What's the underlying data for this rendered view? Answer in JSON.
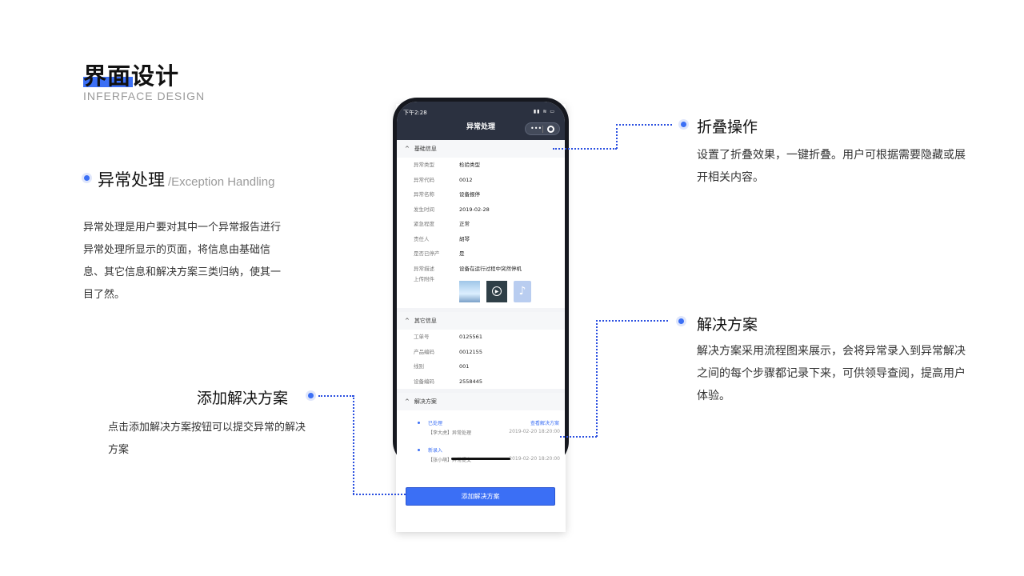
{
  "header": {
    "title": "界面设计",
    "subtitle": "INFERFACE DESIGN"
  },
  "exception": {
    "heading": "异常处理",
    "heading_en": "/Exception Handling",
    "description": "异常处理是用户要对其中一个异常报告进行异常处理所显示的页面，将信息由基础信息、其它信息和解决方案三类归纳，使其一目了然。"
  },
  "add_solution": {
    "heading": "添加解决方案",
    "description": "点击添加解决方案按钮可以提交异常的解决方案"
  },
  "fold": {
    "heading": "折叠操作",
    "description": "设置了折叠效果，一键折叠。用户可根据需要隐藏或展开相关内容。"
  },
  "solution": {
    "heading": "解决方案",
    "description": "解决方案采用流程图来展示，会将异常录入到异常解决之间的每个步骤都记录下来，可供领导查阅，提高用户体验。"
  },
  "phone": {
    "status_time": "下午2:28",
    "status_icons": "▮▮ ≋ ▭",
    "nav_title": "异常处理",
    "capsule_dots": "•••",
    "basic": {
      "title": "基础信息",
      "rows": [
        {
          "k": "异常类型",
          "v": "检验类型"
        },
        {
          "k": "异常代码",
          "v": "0012"
        },
        {
          "k": "异常名称",
          "v": "设备报停"
        },
        {
          "k": "发生时间",
          "v": "2019-02-28"
        },
        {
          "k": "紧急程度",
          "v": "正常"
        },
        {
          "k": "责任人",
          "v": "胡琴"
        },
        {
          "k": "是否已停产",
          "v": "是"
        },
        {
          "k": "异常描述",
          "v": "设备在运行过程中突然停机"
        }
      ],
      "attachments_label": "上传附件",
      "video_icon": "▶",
      "music_icon": "♪"
    },
    "other": {
      "title": "其它信息",
      "rows": [
        {
          "k": "工单号",
          "v": "0125561"
        },
        {
          "k": "产品编码",
          "v": "0012155"
        },
        {
          "k": "线别",
          "v": "001"
        },
        {
          "k": "设备编码",
          "v": "2558445"
        }
      ]
    },
    "solutions": {
      "title": "解决方案",
      "items": [
        {
          "status": "已处理",
          "link": "查看解决方案",
          "sub": "【李大虎】异常处理",
          "time": "2019-02-20  18:20:00"
        },
        {
          "status": "新录入",
          "link": "",
          "sub": "【张小萌】异常提交",
          "time": "2019-02-20  18:20:00"
        }
      ]
    },
    "add_button": "添加解决方案",
    "chevron": "^"
  },
  "colors": {
    "accent": "#3b6ff5",
    "dark_bar": "#2b3140",
    "connector": "#2a4fe0"
  }
}
